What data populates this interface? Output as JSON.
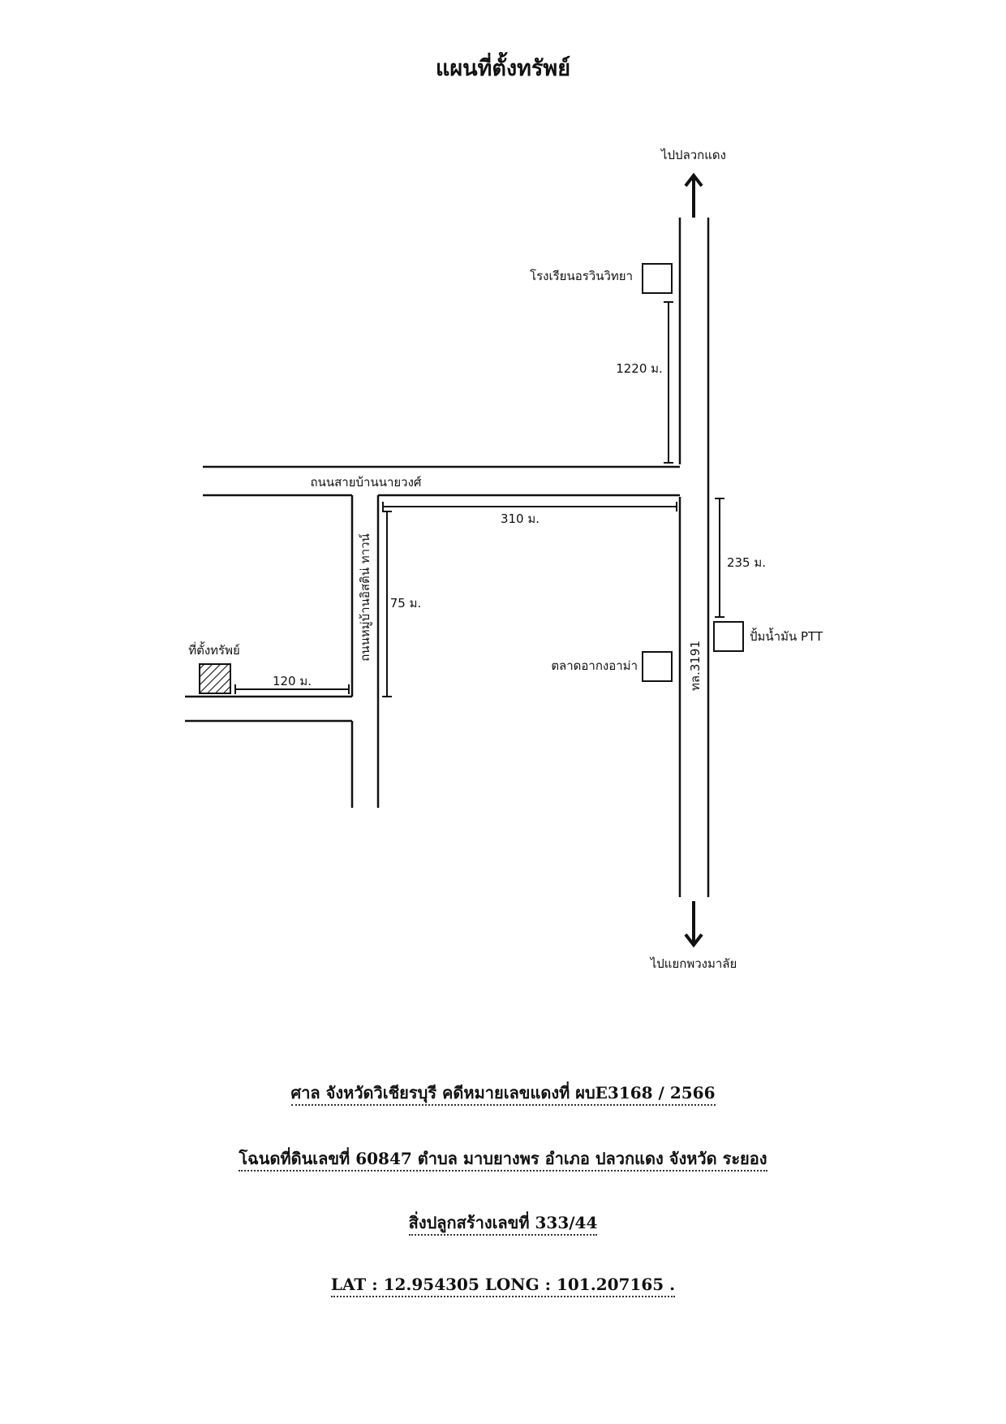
{
  "title": "แผนที่ตั้งทรัพย์",
  "map": {
    "directions": {
      "north": "ไปปลวกแดง",
      "south": "ไปแยกพวงมาลัย"
    },
    "landmarks": {
      "school": "โรงเรียนอรวินวิทยา",
      "gas_station": "ปั้มน้ำมัน PTT",
      "market": "ตลาดอากงอาม่า",
      "property": "ที่ตั้งทรัพย์"
    },
    "roads": {
      "main_road": "ถนนสายบ้านนายวงศ์",
      "highway": "ทล.3191",
      "village_road": "ถนนหมู่บ้านอิสติน่ ทาวน์"
    },
    "distances": {
      "school_to_junction": "1220 ม.",
      "junction_to_gas": "235 ม.",
      "village_road_to_highway": "310 ม.",
      "along_village_road": "75 ม.",
      "property_to_village_road": "120 ม."
    }
  },
  "case_info": {
    "line1": "ศาล จังหวัดวิเชียรบุรี คดีหมายเลขแดงที่ ผบE3168 / 2566",
    "line2": "โฉนดที่ดินเลขที่ 60847 ตำบล มาบยางพร อำเภอ ปลวกแดง จังหวัด ระยอง",
    "line3": "สิ่งปลูกสร้างเลขที่ 333/44",
    "line4": "LAT : 12.954305 LONG : 101.207165 ."
  }
}
